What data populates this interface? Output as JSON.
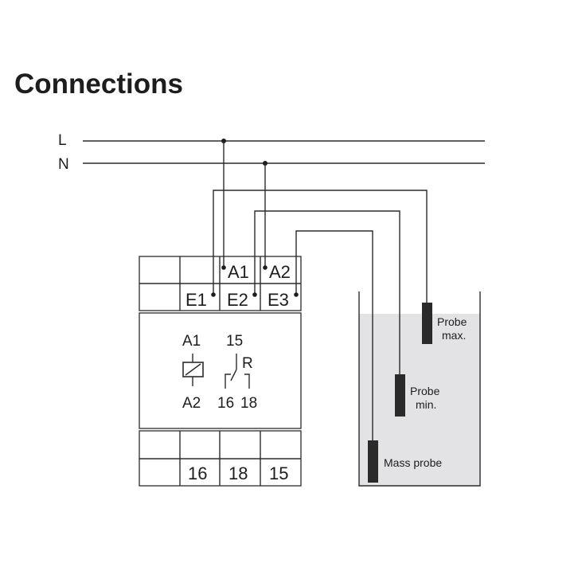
{
  "title": "Connections",
  "rails": {
    "l": "L",
    "n": "N"
  },
  "device": {
    "top_terminals": {
      "a1": "A1",
      "a2": "A2",
      "e1": "E1",
      "e2": "E2",
      "e3": "E3"
    },
    "symbol": {
      "coil_top": "A1",
      "coil_bottom": "A2",
      "contact_common": "15",
      "relay": "R",
      "contact_nc": "16",
      "contact_no": "18"
    },
    "bottom_terminals": [
      "16",
      "18",
      "15"
    ]
  },
  "tank": {
    "probe_max": [
      "Probe",
      "max."
    ],
    "probe_min": [
      "Probe",
      "min."
    ],
    "mass_probe": "Mass probe",
    "liquid_color": "#e3e3e5"
  }
}
